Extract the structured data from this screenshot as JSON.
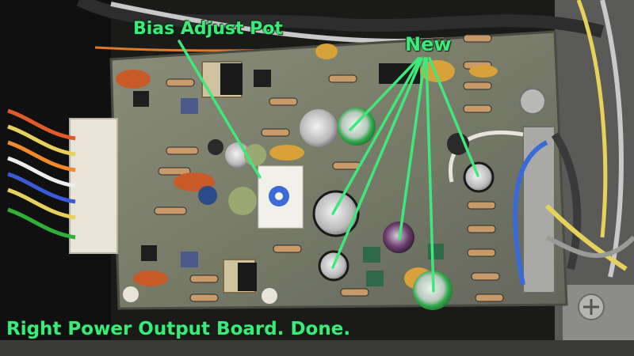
{
  "annotations": {
    "bias_adjust": "Bias Adjust Pot",
    "new": "New",
    "caption": "Right Power Output Board. Done."
  },
  "colors": {
    "annotation_green": "#3ee87a",
    "pcb": "#7c806c",
    "chassis": "#1a1a18"
  }
}
